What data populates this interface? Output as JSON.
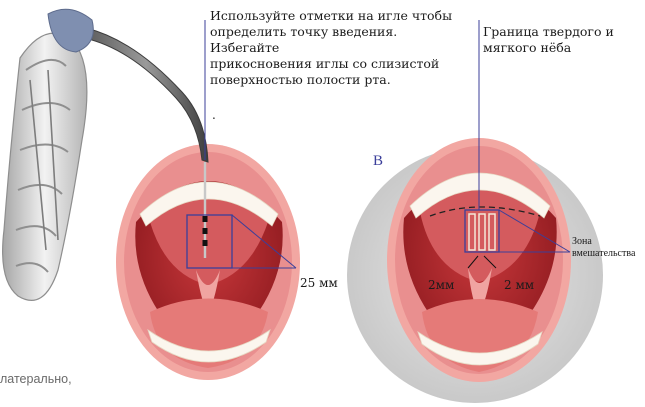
{
  "instruction": {
    "lines": [
      "Используйте отметки на игле чтобы",
      "определить точку введения.",
      "Избегайте",
      "прикосновения иглы со слизистой",
      "поверхностью полости рта."
    ],
    "dot": "."
  },
  "left_panel": {
    "measure_label": "25 мм"
  },
  "right_panel": {
    "letter": "B",
    "boundary_label_lines": [
      "Граница твердого и",
      "мягкого нёба"
    ],
    "zone_label_lines": [
      "Зона",
      "вмешательства"
    ],
    "left_offset_label": "2мм",
    "right_offset_label": "2 мм"
  },
  "footer_fragment": "латерально,",
  "colors": {
    "annotation_line": "#3b3f9a",
    "lip": "#e98f8f",
    "mouth_interior": "#b7262b",
    "tongue": "#e57a78",
    "teeth": "#fbf6ee",
    "backdrop_circle": "#d9d9d9"
  }
}
